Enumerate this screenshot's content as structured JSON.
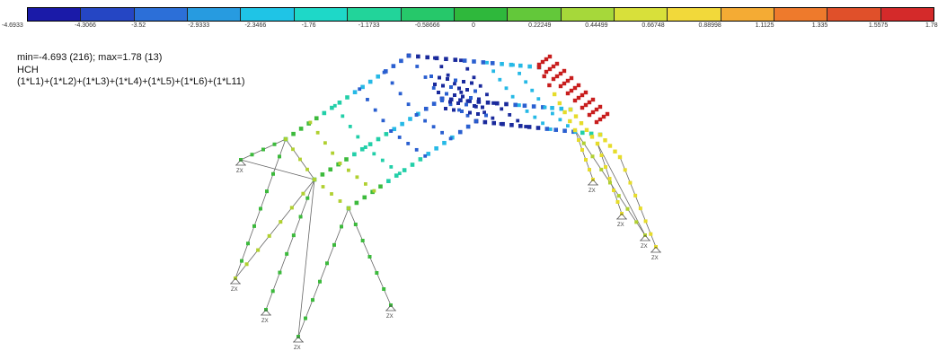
{
  "legend": {
    "ticks": [
      "-4.6933",
      "-4.3066",
      "-3.52",
      "-2.9333",
      "-2.3466",
      "-1.76",
      "-1.1733",
      "-0.58666",
      "0",
      "0.22249",
      "0.44499",
      "0.66748",
      "0.88998",
      "1.1125",
      "1.335",
      "1.5575",
      "1.78"
    ],
    "colors": [
      "#1a1aa8",
      "#2546c4",
      "#2c6fd8",
      "#279be0",
      "#1fc4e6",
      "#1ed8c8",
      "#22d49a",
      "#26c86a",
      "#2fb83c",
      "#63c83a",
      "#a6d83a",
      "#d8e03a",
      "#f2d93a",
      "#f4ab34",
      "#ee7a2c",
      "#e0502a",
      "#d42a2a"
    ]
  },
  "info": {
    "minmax": "min=-4.693 (216); max=1.78 (13)",
    "loadcase": "HCH",
    "combination": "(1*L1)+(1*L2)+(1*L3)+(1*L4)+(1*L5)+(1*L6)+(1*L11)"
  },
  "model": {
    "support_labels": [
      "ZX",
      "ZX",
      "ZX",
      "ZX",
      "ZX",
      "ZX",
      "ZX",
      "ZX",
      "ZX"
    ],
    "colors": {
      "member_line": "#666666",
      "dark_blue": "#1a2a9c",
      "blue": "#2a5fd0",
      "cyan": "#26b9e6",
      "teal": "#22cfa8",
      "green": "#3cba3c",
      "yellowgreen": "#b0d030",
      "yellow": "#e6dc2a",
      "red": "#c81e1e"
    }
  }
}
